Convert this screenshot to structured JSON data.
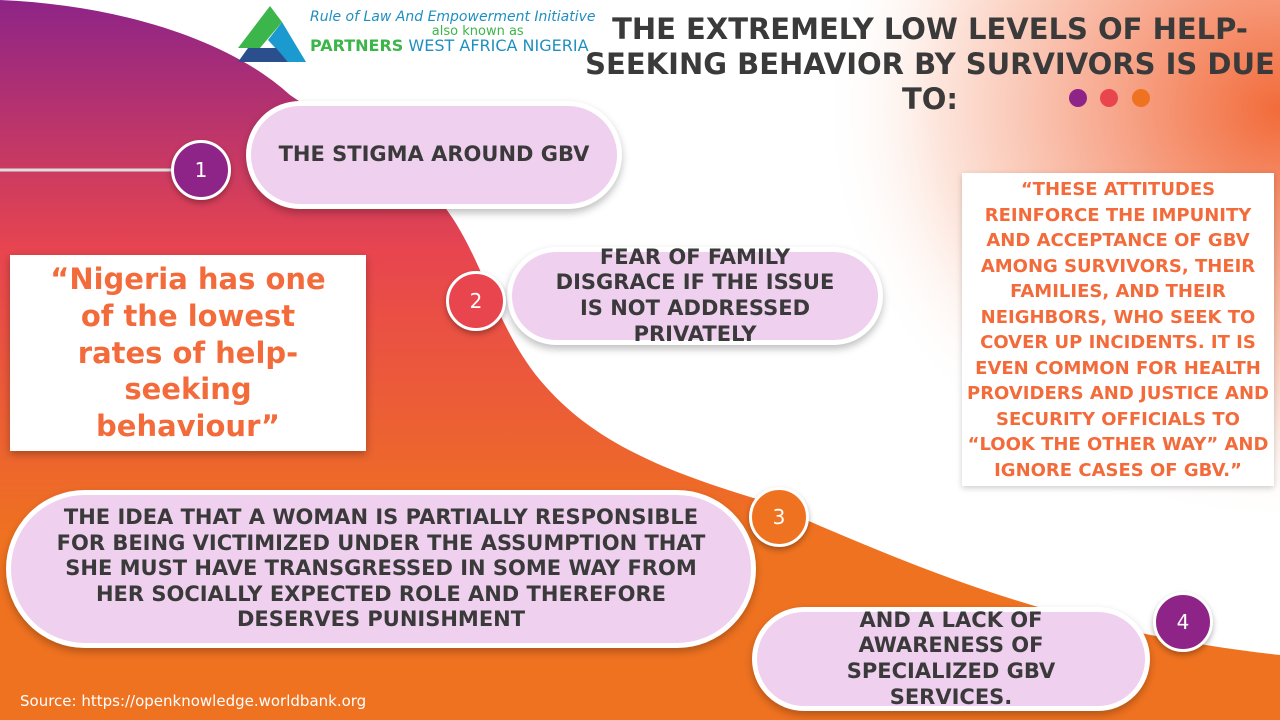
{
  "logo": {
    "line1": "Rule of Law And Empowerment Initiative",
    "line2": "also known as",
    "line3_green": "PARTNERS",
    "line3_blue": "WEST AFRICA  NIGERIA"
  },
  "title": "THE EXTREMELY LOW LEVELS OF HELP-SEEKING BEHAVIOR BY SURVIVORS IS DUE TO:",
  "dots": [
    "#8e2487",
    "#e8454f",
    "#ef7220"
  ],
  "items": [
    {
      "number": "1",
      "text": "THE STIGMA AROUND GBV",
      "color": "#8e2487"
    },
    {
      "number": "2",
      "text": "FEAR OF FAMILY DISGRACE IF THE ISSUE IS NOT ADDRESSED PRIVATELY",
      "color": "#e8454f"
    },
    {
      "number": "3",
      "text": "THE IDEA THAT A WOMAN IS PARTIALLY RESPONSIBLE FOR BEING VICTIMIZED UNDER THE ASSUMPTION THAT SHE MUST HAVE TRANSGRESSED IN SOME WAY FROM HER SOCIALLY EXPECTED ROLE AND THEREFORE DESERVES PUNISHMENT",
      "color": "#ef7220"
    },
    {
      "number": "4",
      "text": "AND A LACK OF AWARENESS OF SPECIALIZED GBV SERVICES.",
      "color": "#8e2487"
    }
  ],
  "left_quote": "“Nigeria has one of the lowest rates of help-seeking behaviour”",
  "right_quote": "“THESE ATTITUDES REINFORCE THE IMPUNITY AND ACCEPTANCE OF GBV AMONG SURVIVORS, THEIR FAMILIES, AND THEIR NEIGHBORS, WHO SEEK TO COVER UP INCIDENTS. IT IS EVEN COMMON FOR HEALTH PROVIDERS AND JUSTICE AND SECURITY OFFICIALS TO “LOOK THE OTHER WAY” AND IGNORE CASES OF GBV.”",
  "source": "Source: https://openknowledge.worldbank.org"
}
